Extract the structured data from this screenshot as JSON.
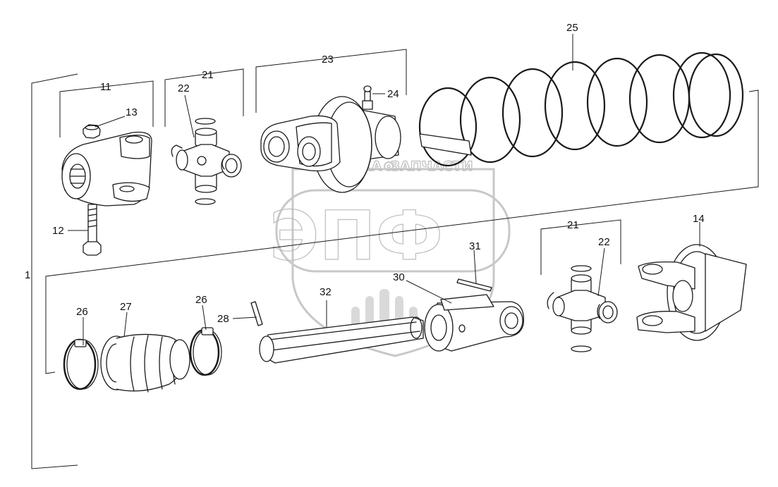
{
  "watermark": {
    "top_left": "ТЕХНИКА",
    "top_right": "ЗАПЧАСТИ",
    "main": "ЭПФ"
  },
  "callouts": {
    "c1": "1",
    "c11": "11",
    "c12": "12",
    "c13": "13",
    "c14": "14",
    "c21a": "21",
    "c21b": "21",
    "c22a": "22",
    "c22b": "22",
    "c23": "23",
    "c24": "24",
    "c25": "25",
    "c26a": "26",
    "c26b": "26",
    "c27": "27",
    "c28": "28",
    "c30": "30",
    "c31": "31",
    "c32": "32"
  },
  "icons": {
    "watermark_gear": "gear-icon"
  }
}
